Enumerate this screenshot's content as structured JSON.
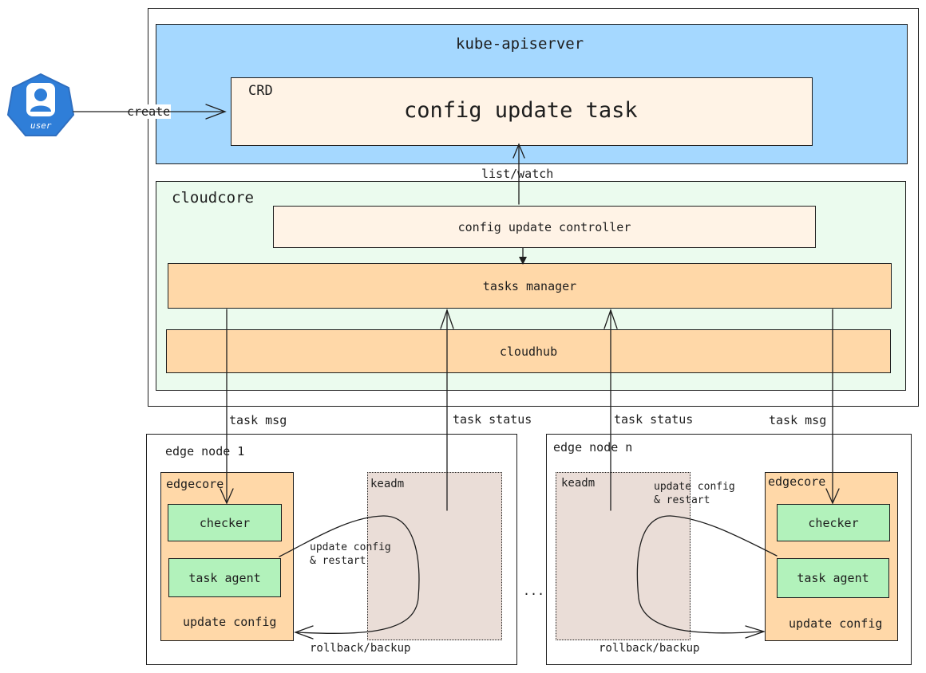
{
  "actor": {
    "label": "user",
    "edge_label": "create",
    "color": "#2f7ed8"
  },
  "apiserver": {
    "title": "kube-apiserver",
    "crd_tag": "CRD",
    "crd_name": "config update task",
    "color": "#a5d8ff"
  },
  "link_list_watch": "list/watch",
  "cloudcore": {
    "title": "cloudcore",
    "controller": "config update controller",
    "tasks_manager": "tasks manager",
    "cloudhub": "cloudhub",
    "color": "#ebfbee"
  },
  "links": {
    "left_task_msg": "task msg",
    "left_task_status": "task status",
    "right_task_status": "task status",
    "right_task_msg": "task msg"
  },
  "edge_node_1": {
    "title": "edge node 1",
    "edgecore": "edgecore",
    "checker": "checker",
    "task_agent": "task agent",
    "update_config": "update config",
    "keadm": "keadm",
    "update_restart_line1": "update config",
    "update_restart_line2": "& restart",
    "rollback": "rollback/backup"
  },
  "ellipsis": "...",
  "edge_node_n": {
    "title": "edge node n",
    "edgecore": "edgecore",
    "checker": "checker",
    "task_agent": "task agent",
    "update_config": "update config",
    "keadm": "keadm",
    "update_restart_line1": "update config",
    "update_restart_line2": "& restart",
    "rollback": "rollback/backup"
  },
  "colors": {
    "crd_fill": "#fff3e6",
    "orange_fill": "#ffd8a8",
    "green_fill": "#b2f2bb",
    "keadm_fill": "#eaddd7"
  }
}
